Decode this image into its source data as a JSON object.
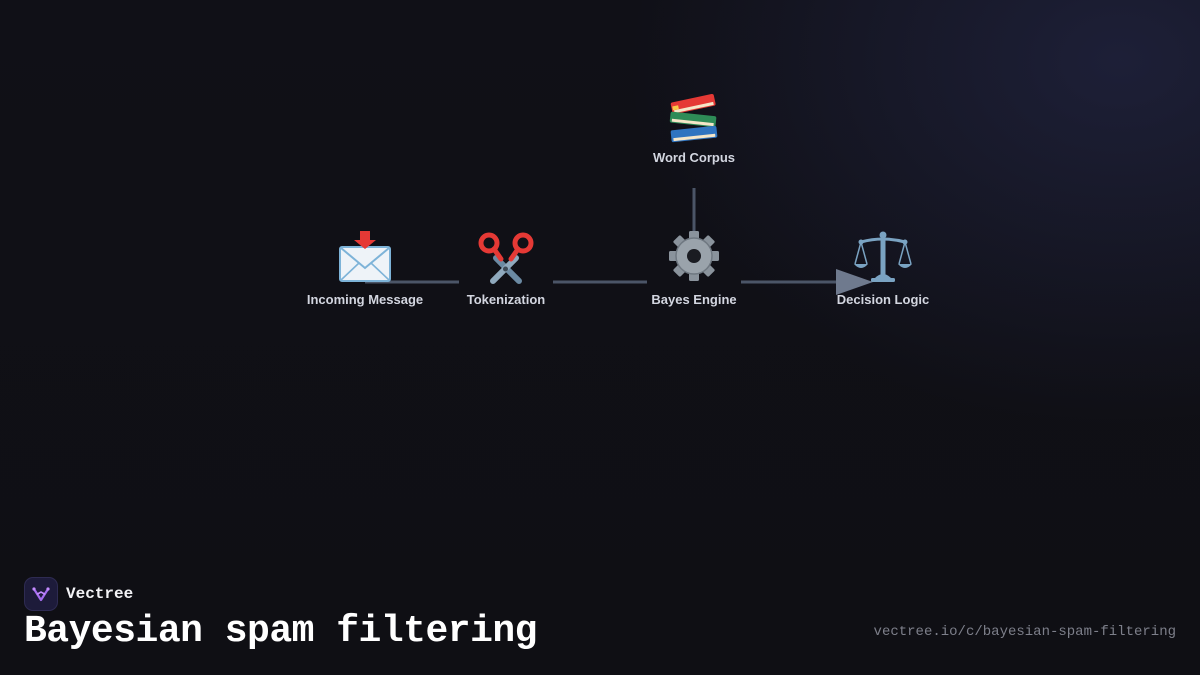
{
  "diagram": {
    "nodes": [
      {
        "id": "incoming",
        "label": "Incoming Message",
        "icon": "incoming-envelope-icon"
      },
      {
        "id": "token",
        "label": "Tokenization",
        "icon": "scissors-icon"
      },
      {
        "id": "corpus",
        "label": "Word Corpus",
        "icon": "books-icon"
      },
      {
        "id": "bayes",
        "label": "Bayes Engine",
        "icon": "gear-icon"
      },
      {
        "id": "decision",
        "label": "Decision Logic",
        "icon": "balance-scale-icon"
      }
    ],
    "edges": [
      {
        "from": "incoming",
        "to": "token"
      },
      {
        "from": "token",
        "to": "bayes"
      },
      {
        "from": "corpus",
        "to": "bayes"
      },
      {
        "from": "bayes",
        "to": "decision",
        "arrow": true
      }
    ],
    "colors": {
      "edge": "#4b5567",
      "arrow": "#6f7a8e",
      "label": "#d3d6e0",
      "background": "#0f0f14"
    }
  },
  "brand": {
    "name": "Vectree",
    "logo": "vectree-logo-icon"
  },
  "title": "Bayesian spam filtering",
  "url": "vectree.io/c/bayesian-spam-filtering"
}
